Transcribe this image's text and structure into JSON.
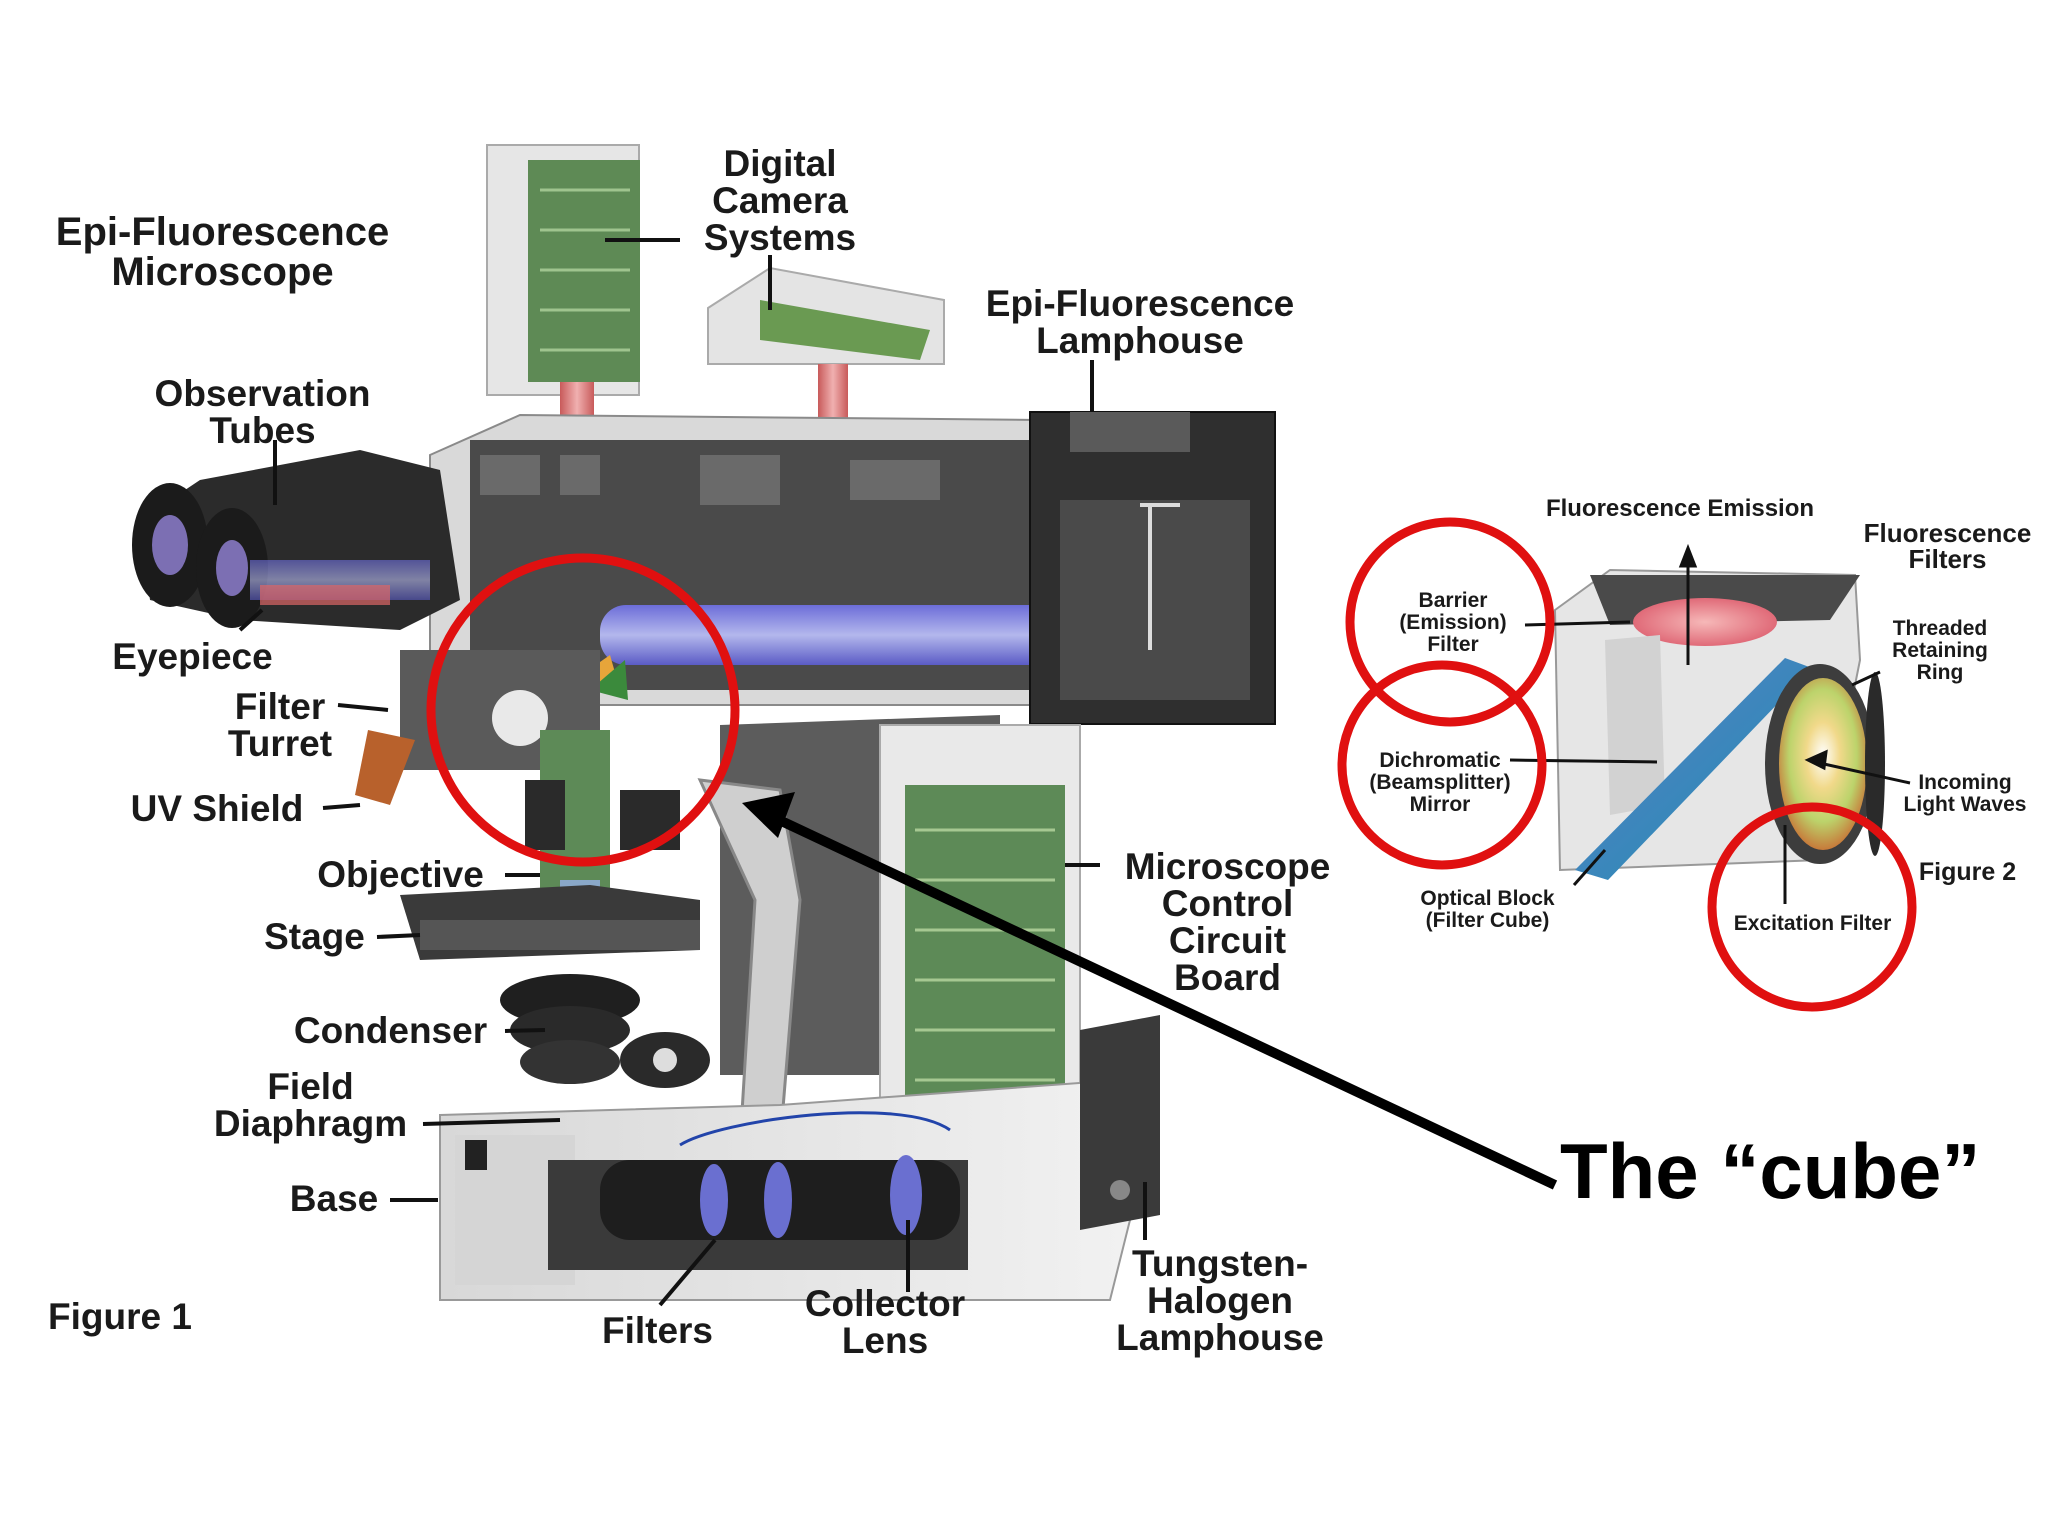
{
  "figure1": {
    "title": [
      "Epi-Fluorescence",
      "Microscope"
    ],
    "caption": "Figure 1",
    "labels": {
      "digital_camera": [
        "Digital",
        "Camera",
        "Systems"
      ],
      "epi_lamphouse": [
        "Epi-Fluorescence",
        "Lamphouse"
      ],
      "observation_tubes": [
        "Observation",
        "Tubes"
      ],
      "eyepiece": "Eyepiece",
      "filter_turret": [
        "Filter",
        "Turret"
      ],
      "uv_shield": "UV Shield",
      "objective": "Objective",
      "stage": "Stage",
      "condenser": "Condenser",
      "field_diaphragm": [
        "Field",
        "Diaphragm"
      ],
      "base": "Base",
      "filters": "Filters",
      "collector_lens": [
        "Collector",
        "Lens"
      ],
      "tungsten_lamphouse": [
        "Tungsten-",
        "Halogen",
        "Lamphouse"
      ],
      "control_board": [
        "Microscope",
        "Control",
        "Circuit",
        "Board"
      ]
    }
  },
  "figure2": {
    "caption": "Figure 2",
    "labels": {
      "fluorescence_emission": "Fluorescence Emission",
      "fluorescence_filters": [
        "Fluorescence",
        "Filters"
      ],
      "barrier_filter": [
        "Barrier",
        "(Emission)",
        "Filter"
      ],
      "threaded_ring": [
        "Threaded",
        "Retaining",
        "Ring"
      ],
      "dichromatic_mirror": [
        "Dichromatic",
        "(Beamsplitter)",
        "Mirror"
      ],
      "incoming_light": [
        "Incoming",
        "Light Waves"
      ],
      "optical_block": [
        "Optical Block",
        "(Filter Cube)"
      ],
      "excitation_filter": "Excitation Filter"
    }
  },
  "annotation": {
    "callout": "The “cube”",
    "circle_color": "#e01010",
    "arrow_color": "#000000"
  }
}
